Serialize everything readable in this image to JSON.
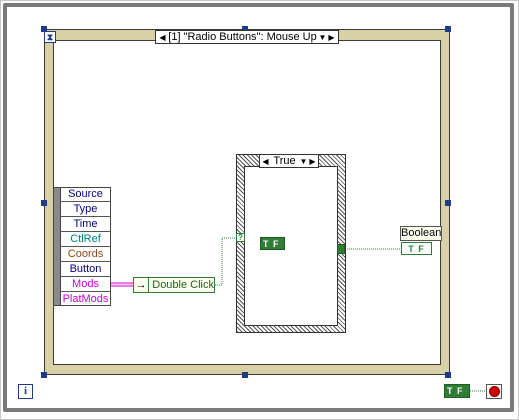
{
  "event_structure": {
    "selector_text": "[1] \"Radio Buttons\": Mouse Up",
    "timeout_icon": "hourglass-icon"
  },
  "event_data_node": {
    "items": [
      {
        "label": "Source",
        "color": "#000080"
      },
      {
        "label": "Type",
        "color": "#000080"
      },
      {
        "label": "Time",
        "color": "#000080"
      },
      {
        "label": "CtlRef",
        "color": "#008080"
      },
      {
        "label": "Coords",
        "color": "#8b4513"
      },
      {
        "label": "Button",
        "color": "#000080"
      },
      {
        "label": "Mods",
        "color": "#cc00cc"
      },
      {
        "label": "PlatMods",
        "color": "#cc00cc"
      }
    ]
  },
  "unbundle": {
    "label": "Double Click"
  },
  "case_structure": {
    "selector_text": "True",
    "terminal": "?"
  },
  "true_constant": {
    "text": "T F"
  },
  "indicator": {
    "label": "Boolean",
    "text": "T F"
  },
  "bottom": {
    "info_icon": "i",
    "stop_control_text": "T F",
    "stop_icon": "stop-icon"
  },
  "colors": {
    "boolean_wire": "#2e7d32",
    "cluster_wire": "#cc00cc",
    "structure_frame": "#d8d1a8",
    "handle": "#1f3c88"
  }
}
